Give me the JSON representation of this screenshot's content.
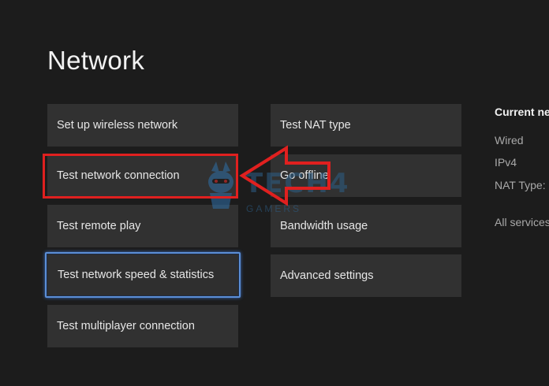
{
  "page": {
    "title": "Network"
  },
  "menu_left": [
    {
      "label": "Set up wireless network"
    },
    {
      "label": "Test network connection"
    },
    {
      "label": "Test remote play"
    },
    {
      "label": "Test network speed & statistics"
    },
    {
      "label": "Test multiplayer connection"
    }
  ],
  "menu_right": [
    {
      "label": "Test NAT type"
    },
    {
      "label": "Go offline"
    },
    {
      "label": "Bandwidth usage"
    },
    {
      "label": "Advanced settings"
    }
  ],
  "status": {
    "heading": "Current ne",
    "connection": "Wired",
    "protocol": "IPv4",
    "nat": "NAT Type: C",
    "services": "All services"
  },
  "watermark": {
    "text": "TECH4",
    "sub": "GAMERS"
  },
  "colors": {
    "accent_focus": "#5b8ed6",
    "annotation_red": "#e0201f",
    "tile": "#313131",
    "background": "#1c1c1c"
  }
}
